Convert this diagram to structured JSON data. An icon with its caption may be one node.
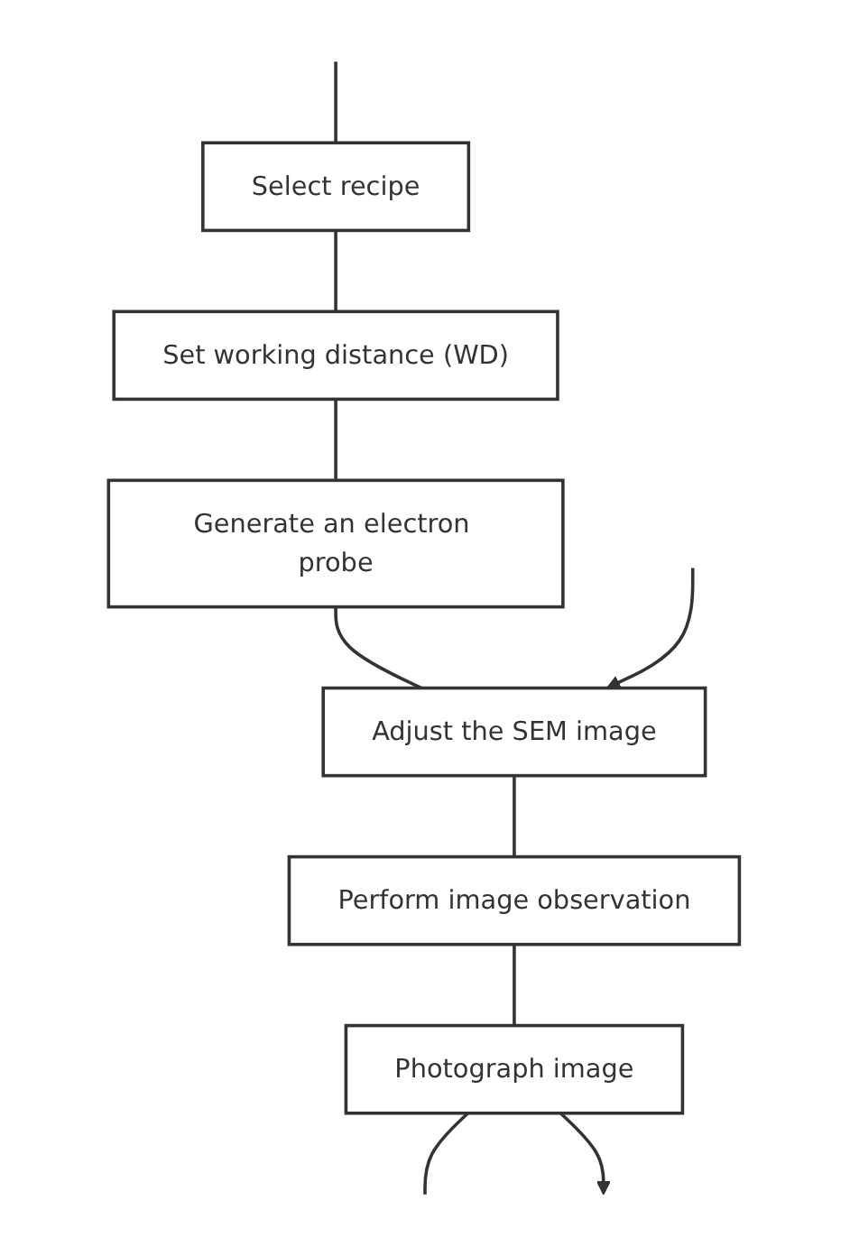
{
  "diagram": {
    "nodes": [
      {
        "text": [
          "Select recipe"
        ]
      },
      {
        "text": [
          "Set working distance (WD)"
        ]
      },
      {
        "text": [
          "Generate an electron probe"
        ]
      },
      {
        "text": [
          "Adjust the SEM image"
        ]
      },
      {
        "text": [
          "Perform image observation"
        ]
      },
      {
        "text": [
          "Photograph image"
        ]
      }
    ],
    "edges": [
      {
        "from": null,
        "to": 0,
        "arrow": "none"
      },
      {
        "from": 0,
        "to": 1,
        "arrow": "none"
      },
      {
        "from": 1,
        "to": 2,
        "arrow": "none"
      },
      {
        "from": 2,
        "to": 3,
        "arrow": "none"
      },
      {
        "from": null,
        "to": 3,
        "arrow": "to"
      },
      {
        "from": 3,
        "to": 4,
        "arrow": "none"
      },
      {
        "from": 4,
        "to": 5,
        "arrow": "none"
      },
      {
        "from": 5,
        "to": null,
        "arrow": "none"
      },
      {
        "from": 5,
        "to": null,
        "arrow": "to"
      }
    ]
  }
}
